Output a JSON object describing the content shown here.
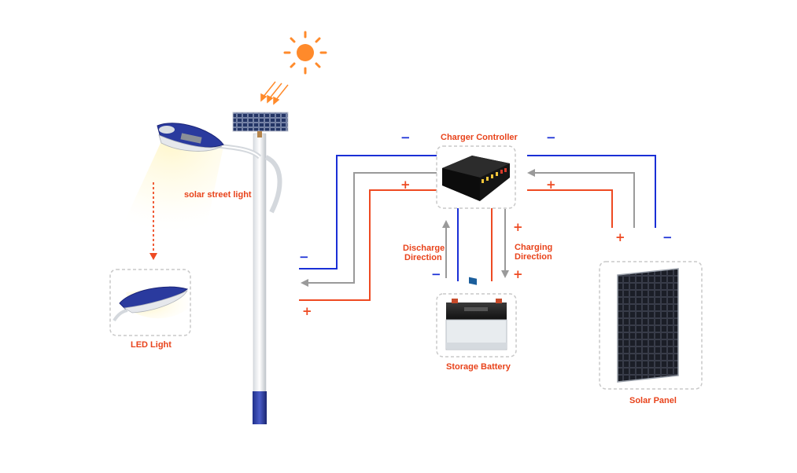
{
  "labels": {
    "solar_street_light": "solar street light",
    "led_light": "LED Light",
    "charger_controller": "Charger Controller",
    "discharge_direction_line1": "Discharge",
    "discharge_direction_line2": "Direction",
    "charging_direction_line1": "Charging",
    "charging_direction_line2": "Direction",
    "storage_battery": "Storage Battery",
    "solar_panel": "Solar Panel"
  },
  "signs": {
    "minus": "−",
    "plus": "+"
  },
  "colors": {
    "negative_wire": "#1a2fd6",
    "positive_wire": "#ee4a22",
    "direction_arrow": "#9a9a9a",
    "label_text": "#e8431b",
    "sun": "#ff8a2b",
    "dashed_box": "#c9c9c9"
  },
  "icons": {
    "sun": "sun-icon",
    "controller": "charge-controller-icon",
    "battery": "car-battery-icon",
    "panel": "solar-panel-icon",
    "lamp": "street-lamp-icon"
  }
}
